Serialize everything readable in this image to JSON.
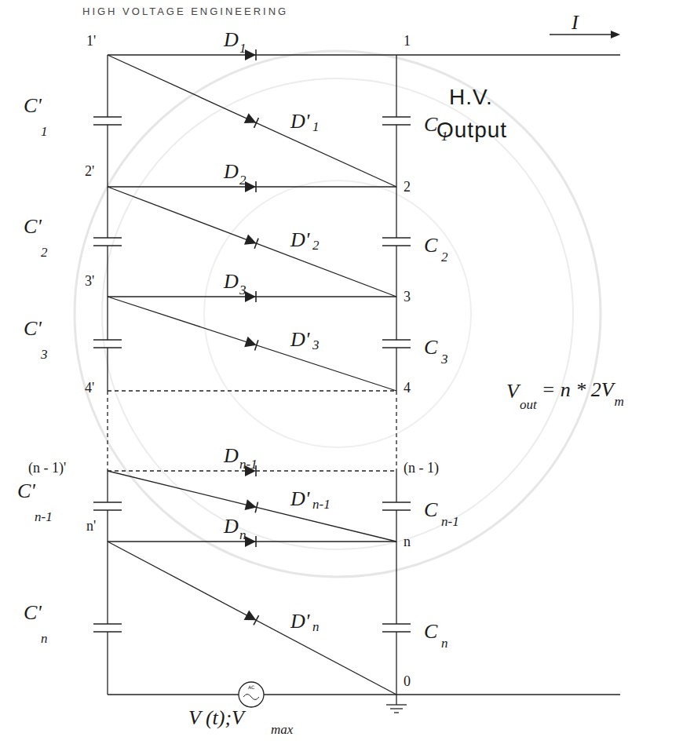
{
  "diagram": {
    "labels": [
      "HIGH VOLTAGE ENGINEERING",
      "1'",
      "D",
      "1",
      "1",
      "I",
      "H.V.",
      "Output",
      "C'",
      "1",
      "C",
      "1",
      "D'",
      "1",
      "2'",
      "D",
      "2",
      "2",
      "C'",
      "2",
      "C",
      "2",
      "D'",
      "2",
      "3'",
      "D",
      "3",
      "3",
      "C'",
      "3",
      "C",
      "3",
      "D'",
      "3",
      "4'",
      "4",
      "V",
      "out",
      "= n * 2V",
      "m",
      "D",
      "n-1",
      "(n - 1)'",
      "(n - 1)",
      "C'",
      "n-1",
      "C",
      "n-1",
      "D'",
      "n-1",
      "n'",
      "D",
      "n",
      "n",
      "C'",
      "n",
      "C",
      "n",
      "D'",
      "n",
      "0",
      "AC",
      "V (t);V",
      "max"
    ]
  }
}
